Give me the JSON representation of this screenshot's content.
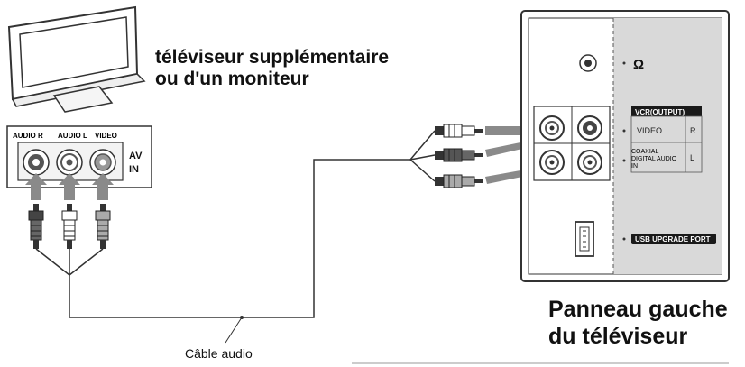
{
  "titles": {
    "extra_tv_line1": "téléviseur supplémentaire",
    "extra_tv_line2": "ou d'un moniteur",
    "panel_line1": "Panneau gauche",
    "panel_line2": "du téléviseur"
  },
  "cable_label": "Câble audio",
  "monitor_inputs": {
    "audio_r": "AUDIO R",
    "audio_l": "AUDIO L",
    "video": "VIDEO",
    "av_in_line1": "AV",
    "av_in_line2": "IN"
  },
  "tv_panel": {
    "headphone_symbol": "Ω",
    "vcr_output": "VCR(OUTPUT)",
    "video": "VIDEO",
    "r": "R",
    "l": "L",
    "coaxial_line1": "COAXIAL",
    "coaxial_line2": "DIGITAL AUDIO",
    "coaxial_line3": "IN",
    "usb_upgrade": "USB UPGRADE PORT"
  },
  "colors": {
    "line": "#333333",
    "panel_bg": "#d9d9d9",
    "arrow": "#8a8a8a",
    "label_bg": "#1a1a1a"
  }
}
